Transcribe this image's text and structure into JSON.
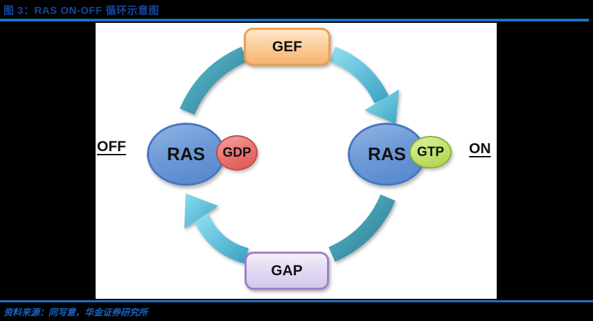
{
  "figure": {
    "title": "图 3：RAS ON-OFF 循环示意图",
    "source": "资料来源：同写意，华金证券研究所"
  },
  "diagram": {
    "type": "cycle",
    "description": "RAS ON-OFF switching cycle: GEF converts RAS-GDP (OFF) to RAS-GTP (ON); GAP converts RAS-GTP back to RAS-GDP",
    "nodes": {
      "gef": {
        "label": "GEF",
        "fill": "#F9C284",
        "border": "#ED9D52",
        "shape": "rounded-rect"
      },
      "gap": {
        "label": "GAP",
        "fill": "#E0D4F0",
        "border": "#9D80C7",
        "shape": "rounded-rect"
      },
      "ras_off": {
        "label": "RAS",
        "fill": "#6D9AD7",
        "border": "#4777C2",
        "shape": "ellipse"
      },
      "gdp": {
        "label": "GDP",
        "fill": "#EA7472",
        "border": "#C24A47",
        "shape": "ellipse"
      },
      "ras_on": {
        "label": "RAS",
        "fill": "#6D9AD7",
        "border": "#4777C2",
        "shape": "ellipse"
      },
      "gtp": {
        "label": "GTP",
        "fill": "#C3E470",
        "border": "#8FAE3E",
        "shape": "ellipse"
      }
    },
    "states": {
      "off": "OFF",
      "on": "ON"
    },
    "arrows": {
      "color_dark_teal": "#3A93A8",
      "color_light_cyan": "#5FC2DB",
      "flow": [
        "RAS-GDP → GEF",
        "GEF → RAS-GTP",
        "RAS-GTP → GAP",
        "GAP → RAS-GDP"
      ]
    },
    "colors": {
      "title_blue": "#1446A0",
      "rule_blue": "#1B74C5",
      "source_blue": "#1565C0",
      "page_background": "#000000",
      "panel_background": "#FFFFFF"
    }
  }
}
